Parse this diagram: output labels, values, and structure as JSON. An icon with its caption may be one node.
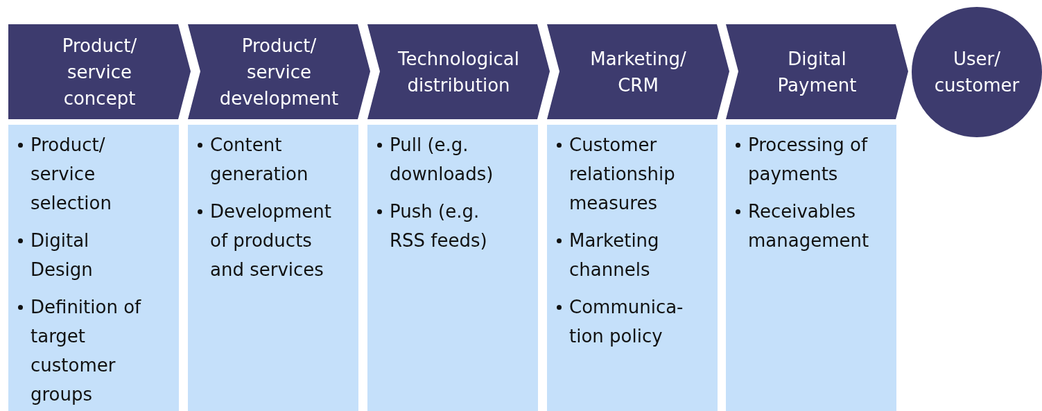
{
  "diagram": {
    "nodes": [
      {
        "text": [
          "Product/ service concept"
        ]
      },
      {
        "text": [
          "Product/ service development"
        ]
      },
      {
        "text": [
          "Technological distribution"
        ]
      },
      {
        "text": [
          "Marketing/ CRM"
        ]
      },
      {
        "text": [
          "Digital Payment"
        ]
      },
      {
        "text": [
          "User/ customer"
        ]
      },
      {
        "text": [
          "Product/ service selection",
          "Digital Design",
          "Definition of target customer groups"
        ]
      },
      {
        "text": [
          "Content generation",
          "Development of products and services"
        ]
      },
      {
        "text": [
          "Pull (e.g. downloads)",
          "Push (e.g. RSS feeds)"
        ]
      },
      {
        "text": [
          "Customer relationship measures",
          "Marketing channels",
          "Communica- tion policy"
        ]
      },
      {
        "text": [
          "Processing of payments",
          "Receivables management"
        ]
      }
    ]
  }
}
